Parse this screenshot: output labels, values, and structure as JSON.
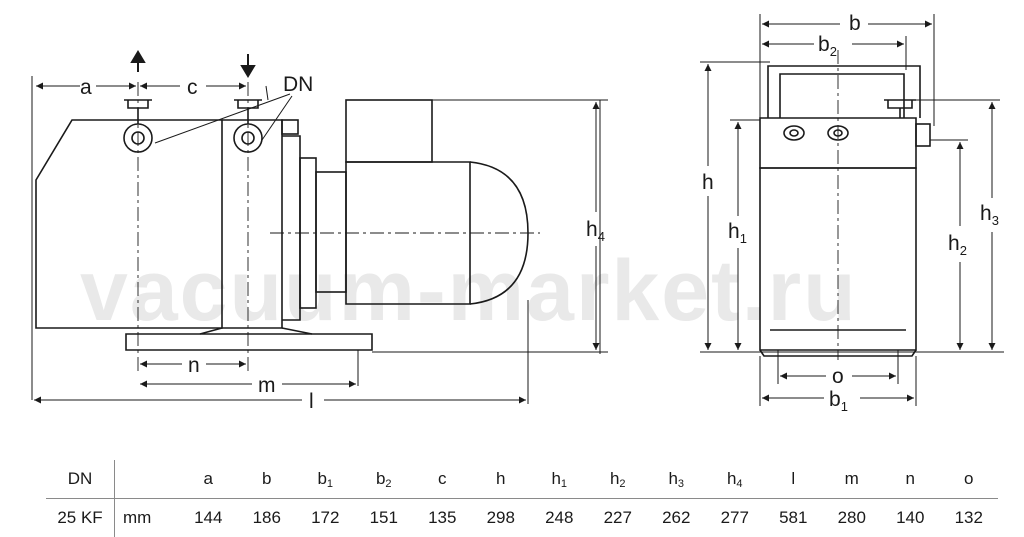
{
  "watermark": "vacuum-market.ru",
  "drawing_labels": {
    "a": "a",
    "c": "c",
    "dn": "DN",
    "n": "n",
    "m": "m",
    "l": "l",
    "h4": "h",
    "h4_sub": "4",
    "b": "b",
    "b2": "b",
    "b2_sub": "2",
    "h": "h",
    "h1": "h",
    "h1_sub": "1",
    "h2": "h",
    "h2_sub": "2",
    "h3": "h",
    "h3_sub": "3",
    "o": "o",
    "b1": "b",
    "b1_sub": "1"
  },
  "table": {
    "header": {
      "first": "DN",
      "unit": "",
      "columns": [
        {
          "base": "a",
          "sub": ""
        },
        {
          "base": "b",
          "sub": ""
        },
        {
          "base": "b",
          "sub": "1"
        },
        {
          "base": "b",
          "sub": "2"
        },
        {
          "base": "c",
          "sub": ""
        },
        {
          "base": "h",
          "sub": ""
        },
        {
          "base": "h",
          "sub": "1"
        },
        {
          "base": "h",
          "sub": "2"
        },
        {
          "base": "h",
          "sub": "3"
        },
        {
          "base": "h",
          "sub": "4"
        },
        {
          "base": "l",
          "sub": ""
        },
        {
          "base": "m",
          "sub": ""
        },
        {
          "base": "n",
          "sub": ""
        },
        {
          "base": "o",
          "sub": ""
        }
      ]
    },
    "rows": [
      {
        "first": "25 KF",
        "unit": "mm",
        "values": [
          "144",
          "186",
          "172",
          "151",
          "135",
          "298",
          "248",
          "227",
          "262",
          "277",
          "581",
          "280",
          "140",
          "132"
        ]
      }
    ]
  }
}
